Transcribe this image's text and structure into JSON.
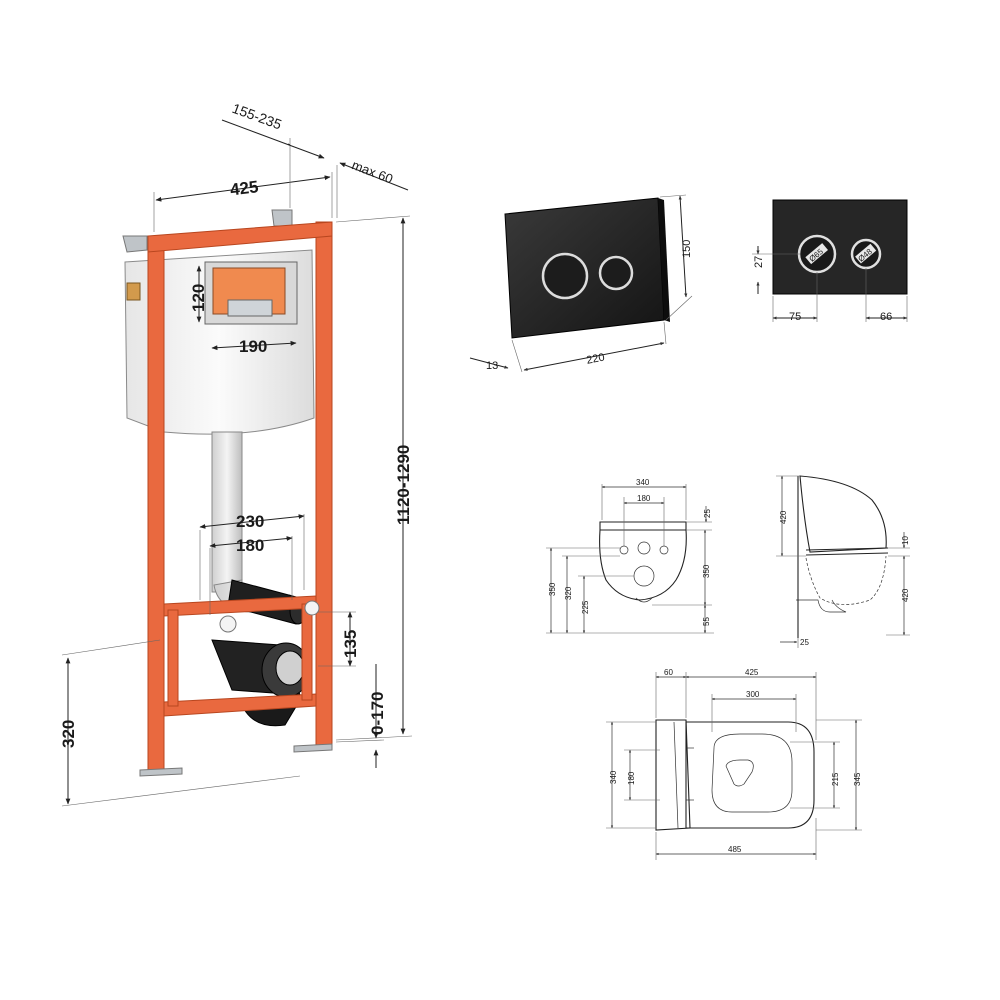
{
  "colors": {
    "frame": "#e9693f",
    "tank": "#f3f3f3",
    "plate": "#2a2a2a",
    "button_ring": "#d8d8d8",
    "pipe": "#1e1e1e",
    "line": "#222222"
  },
  "installation_frame": {
    "width": "425",
    "depth": "155-235",
    "depth_max": "max 60",
    "height": "1120-1290",
    "service_opening_height": "120",
    "service_opening_width": "190",
    "bolt_spacing": "230",
    "pipe_spacing": "180",
    "drain_height": "135",
    "leg_adjustment": "0-170",
    "floor_height": "320"
  },
  "flush_plate": {
    "height": "150",
    "width": "220",
    "thickness": "13",
    "button_offset": "27",
    "large_button_dia": "75",
    "small_button_dia": "66",
    "large_button_label": "Ø65",
    "small_button_label": "Ø48"
  },
  "toilet_front": {
    "top_width": "340",
    "hole_spacing": "180",
    "rim_offset": "25",
    "total_height": "350",
    "bolt_height": "320",
    "drain_height": "225",
    "right_height": "350",
    "bottom_offset": "55"
  },
  "toilet_side": {
    "bowl_height": "420",
    "seat_thickness": "10",
    "lower_height": "420",
    "base_offset": "25"
  },
  "toilet_top": {
    "back_depth": "60",
    "bowl_depth": "425",
    "seat_depth": "300",
    "overall_width": "340",
    "hole_spacing": "180",
    "inner_width": "215",
    "outer_width": "345",
    "overall_length": "485"
  }
}
